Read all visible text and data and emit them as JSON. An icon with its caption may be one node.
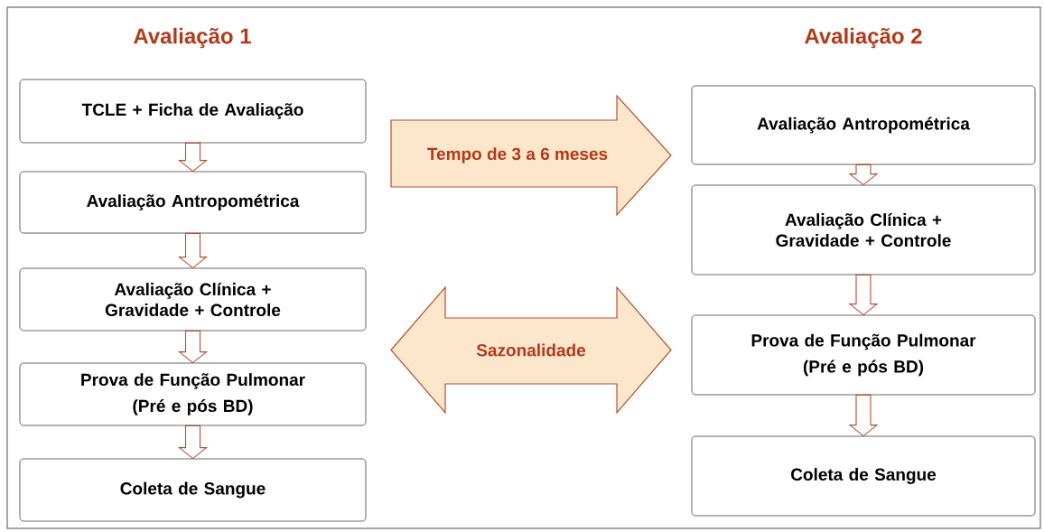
{
  "diagram": {
    "nodes": [
      {
        "text": [
          "TCLE + Ficha de Avaliação"
        ]
      },
      {
        "text": [
          "Avaliação Antropométrica"
        ]
      },
      {
        "text": [
          "Avaliação Clínica + Gravidade + Controle"
        ]
      },
      {
        "text": [
          "Prova de Função Pulmonar",
          "(Pré e pós BD)"
        ]
      },
      {
        "text": [
          "Coleta de Sangue"
        ]
      },
      {
        "text": [
          "Tempo de 3 a 6 meses"
        ]
      },
      {
        "text": [
          "Sazonalidade"
        ]
      },
      {
        "text": [
          "Avaliação Antropométrica"
        ]
      },
      {
        "text": [
          "Avaliação Clínica + Gravidade + Controle"
        ]
      },
      {
        "text": [
          "Prova de Função Pulmonar",
          "(Pré e pós BD)"
        ]
      },
      {
        "text": [
          "Coleta de Sangue"
        ]
      }
    ],
    "edges": [
      {
        "from": 0,
        "to": 1,
        "arrow": "to"
      },
      {
        "from": 1,
        "to": 2,
        "arrow": "to"
      },
      {
        "from": 2,
        "to": 3,
        "arrow": "to"
      },
      {
        "from": 3,
        "to": 4,
        "arrow": "to"
      },
      {
        "from": 7,
        "to": 8,
        "arrow": "to"
      },
      {
        "from": 8,
        "to": 9,
        "arrow": "to"
      },
      {
        "from": 9,
        "to": 10,
        "arrow": "to"
      }
    ],
    "labels": [
      "Avaliação 1",
      "Avaliação 2"
    ]
  }
}
